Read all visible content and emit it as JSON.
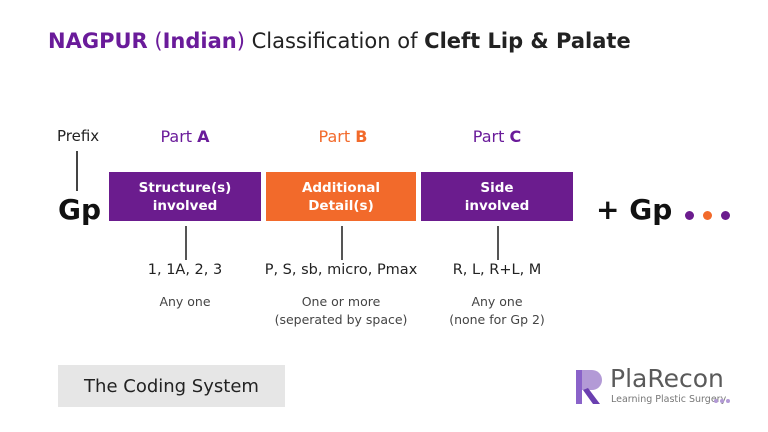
{
  "title": {
    "part1": "NAGPUR",
    "open_paren": "(",
    "part2": "Indian",
    "close_paren": ")",
    "middle": "Classification of",
    "end": "Cleft Lip & Palate"
  },
  "prefix": {
    "label": "Prefix",
    "code": "Gp"
  },
  "parts": [
    {
      "label": "Part",
      "letter": "A",
      "box_text": "Structure(s)\ninvolved",
      "codes": "1, 1A, 2, 3",
      "note": "Any one",
      "color": "#6b1c8e"
    },
    {
      "label": "Part",
      "letter": "B",
      "box_text": "Additional\nDetail(s)",
      "codes": "P, S, sb, micro, Pmax",
      "note": "One or more\n(seperated by space)",
      "color": "#f26a2b"
    },
    {
      "label": "Part",
      "letter": "C",
      "box_text": "Side\ninvolved",
      "codes": "R, L, R+L, M",
      "note": "Any one\n(none for Gp 2)",
      "color": "#6b1c8e"
    }
  ],
  "suffix": {
    "text": "+ Gp"
  },
  "coding_system_label": "The Coding System",
  "logo": {
    "brand": "PlaRecon",
    "tagline": "Learning Plastic Surgery",
    "icon": "plarecon-logo-icon"
  },
  "colors": {
    "purple": "#6b1c8e",
    "orange": "#f26a2b",
    "gray_box": "#e6e6e6"
  }
}
